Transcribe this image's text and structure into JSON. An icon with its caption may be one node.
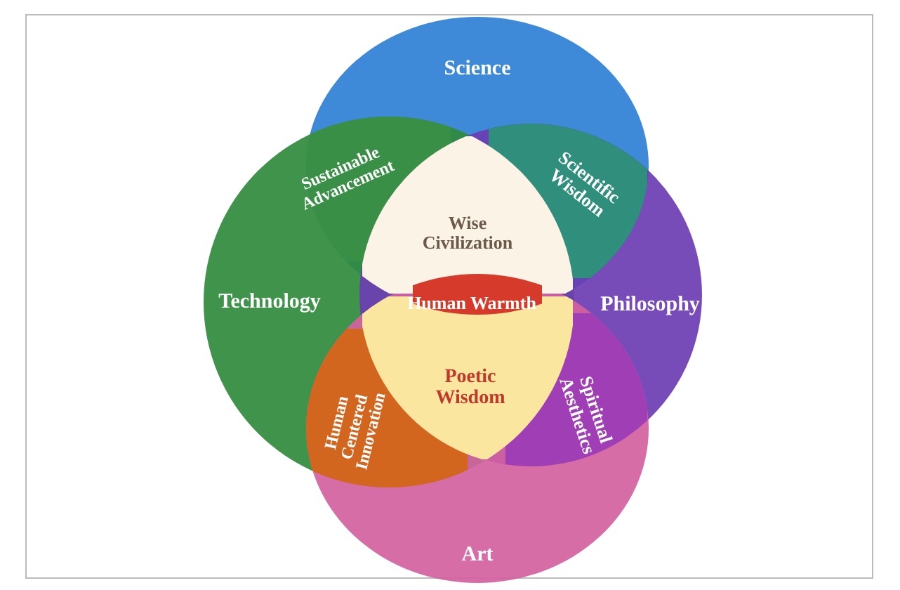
{
  "diagram": {
    "nodes": [
      {
        "text": [
          "Science"
        ]
      },
      {
        "text": [
          "Technology"
        ]
      },
      {
        "text": [
          "Philosophy"
        ]
      },
      {
        "text": [
          "Art"
        ]
      },
      {
        "text": [
          "Sustainable Advancement"
        ]
      },
      {
        "text": [
          "Scientific Wisdom"
        ]
      },
      {
        "text": [
          "Wise Civilization"
        ]
      },
      {
        "text": [
          "Human Warmth"
        ]
      },
      {
        "text": [
          "Poetic Wisdom"
        ]
      },
      {
        "text": [
          "Human Centered Innovation"
        ]
      },
      {
        "text": [
          "Spiritual Aesthetics"
        ]
      }
    ]
  }
}
